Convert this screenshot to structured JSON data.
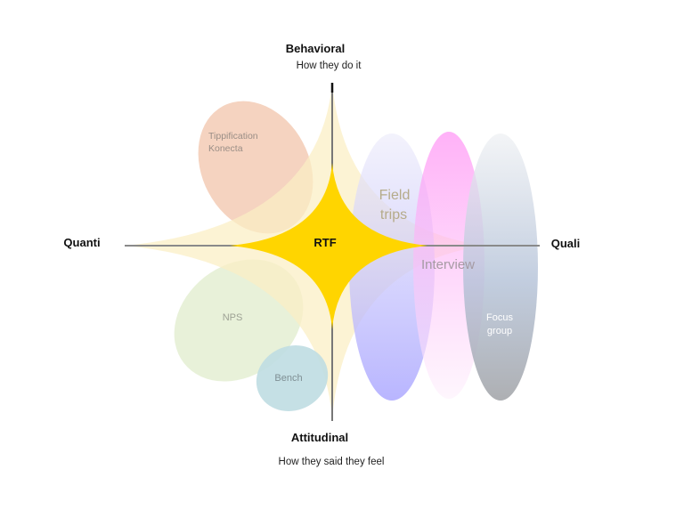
{
  "axes": {
    "top": {
      "title": "Behavioral",
      "subtitle": "How they do it"
    },
    "bottom": {
      "title": "Attitudinal",
      "subtitle": "How they said they feel"
    },
    "left": {
      "title": "Quanti"
    },
    "right": {
      "title": "Quali"
    }
  },
  "center": {
    "label": "RTF",
    "color": "#FFD500"
  },
  "methods": {
    "tippification": {
      "line1": "Tippification",
      "line2": "Konecta",
      "color": "#F2C6AE"
    },
    "nps": {
      "label": "NPS",
      "color": "#E4EED2"
    },
    "bench": {
      "label": "Bench",
      "color": "#BFDDE2"
    },
    "field_trips": {
      "line1": "Field",
      "line2": "trips",
      "color": "#A8A4FF"
    },
    "interview": {
      "label": "Interview",
      "color": "#FF8CF4"
    },
    "focus_group": {
      "line1": "Focus",
      "line2": "group",
      "color": "#A9B0B8"
    }
  },
  "colors": {
    "axis": "#777777",
    "star_outer": "#FBEFC4"
  }
}
